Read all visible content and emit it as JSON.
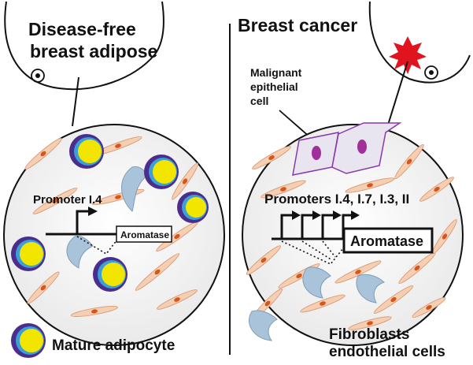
{
  "left_panel": {
    "title_line1": "Disease-free",
    "title_line2": "breast adipose",
    "promoter_label": "Promoter I.4",
    "gene_label": "Aromatase"
  },
  "right_panel": {
    "title": "Breast cancer",
    "malignant_line1": "Malignant",
    "malignant_line2": "epithelial",
    "malignant_line3": "cell",
    "promoters_label": "Promoters I.4, I.7, I.3, II",
    "gene_label": "Aromatase",
    "fibro_line1": "Fibroblasts",
    "fibro_line2": "endothelial cells"
  },
  "legend": {
    "adipocyte_label": "Mature adipocyte"
  },
  "colors": {
    "adipocyte_outer": "#4a2d8c",
    "adipocyte_ring": "#3aa0d6",
    "adipocyte_core": "#f2e600",
    "fibroblast_fill": "#f6cfb3",
    "fibroblast_edge": "#d9a07c",
    "fibroblast_nucleus": "#d9541a",
    "endothelial_fill": "#a9c4da",
    "malignant_edge": "#8a3aa8",
    "malignant_fill": "#e8e4f0",
    "malignant_nucleus": "#a02f9c",
    "tumor_star": "#e0141e"
  }
}
